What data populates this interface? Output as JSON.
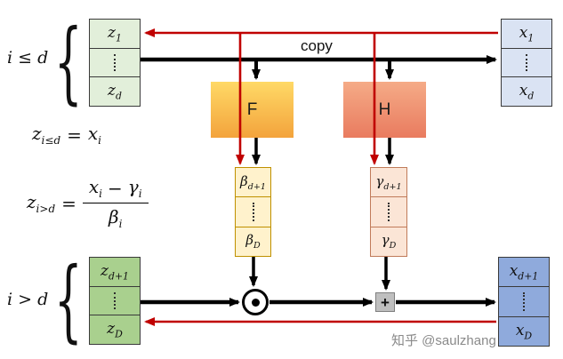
{
  "labels": {
    "top_partition": "i ≤ d",
    "bottom_partition": "i > d",
    "copy": "copy",
    "brace": "{"
  },
  "functions": {
    "scale": "F",
    "translate": "H"
  },
  "operators": {
    "multiply_dot": "⊙",
    "plus": "+"
  },
  "equations": {
    "copy_rule": {
      "lhs_base": "z",
      "lhs_sub": "i≤d",
      "equals": "=",
      "rhs_base": "x",
      "rhs_sub": "i"
    },
    "affine_rule": {
      "lhs_base": "z",
      "lhs_sub": "i>d",
      "equals": "=",
      "num_left_base": "x",
      "num_left_sub": "i",
      "minus": "−",
      "num_right_base": "γ",
      "num_right_sub": "i",
      "den_base": "β",
      "den_sub": "i"
    }
  },
  "stacks": {
    "z_top": {
      "top_base": "z",
      "top_sub": "1",
      "bottom_base": "z",
      "bottom_sub": "d"
    },
    "x_top": {
      "top_base": "x",
      "top_sub": "1",
      "bottom_base": "x",
      "bottom_sub": "d"
    },
    "beta": {
      "top_base": "β",
      "top_sub": "d+1",
      "bottom_base": "β",
      "bottom_sub": "D"
    },
    "gamma": {
      "top_base": "γ",
      "top_sub": "d+1",
      "bottom_base": "γ",
      "bottom_sub": "D"
    },
    "z_bottom": {
      "top_base": "z",
      "top_sub": "d+1",
      "bottom_base": "z",
      "bottom_sub": "D"
    },
    "x_bottom": {
      "top_base": "x",
      "top_sub": "d+1",
      "bottom_base": "x",
      "bottom_sub": "D"
    }
  },
  "watermark": "知乎 @saulzhang",
  "colors": {
    "arrow_black": "#000000",
    "arrow_red": "#c00000",
    "z_light_fill": "#e2efda",
    "z_dark_fill": "#a9d08e",
    "x_light_fill": "#dae3f3",
    "x_dark_fill": "#8faadc",
    "f_fill_top": "#ffd966",
    "f_fill_bottom": "#f3a33c",
    "h_fill_top": "#f5ab87",
    "h_fill_bottom": "#e97b5f",
    "beta_fill": "#fff2cc",
    "beta_border": "#bf9000",
    "gamma_fill": "#fbe5d6",
    "gamma_border": "#c07b5a",
    "box_border": "#3a3a3a",
    "plus_fill": "#bfbfbf",
    "plus_border": "#7f7f7f",
    "watermark_color": "#8a8a8a"
  }
}
